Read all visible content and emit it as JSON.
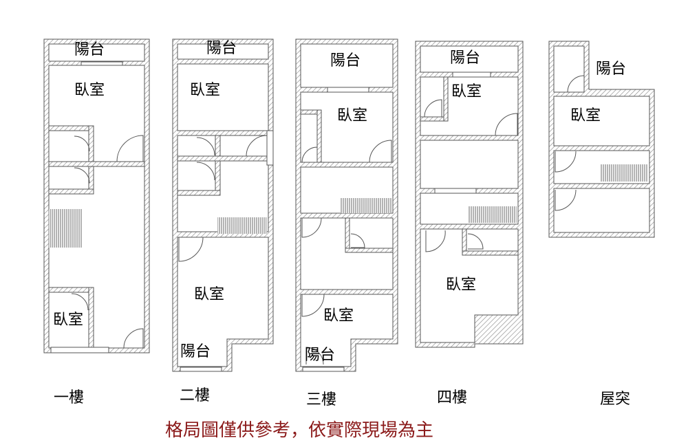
{
  "floors": [
    {
      "name": "一樓",
      "rooms": [
        "陽台",
        "臥室",
        "臥室"
      ]
    },
    {
      "name": "二樓",
      "rooms": [
        "陽台",
        "臥室",
        "臥室",
        "陽台"
      ]
    },
    {
      "name": "三樓",
      "rooms": [
        "陽台",
        "臥室",
        "臥室",
        "陽台"
      ]
    },
    {
      "name": "四樓",
      "rooms": [
        "陽台",
        "臥室",
        "臥室"
      ]
    },
    {
      "name": "屋突",
      "rooms": [
        "陽台",
        "臥室"
      ]
    }
  ],
  "disclaimer": "格局圖僅供參考，依實際現場為主",
  "colors": {
    "wall": "#555555",
    "hatch": "#8a8a8a",
    "stairs": "#9a9a9a",
    "disclaimer": "#8b1a1a"
  }
}
